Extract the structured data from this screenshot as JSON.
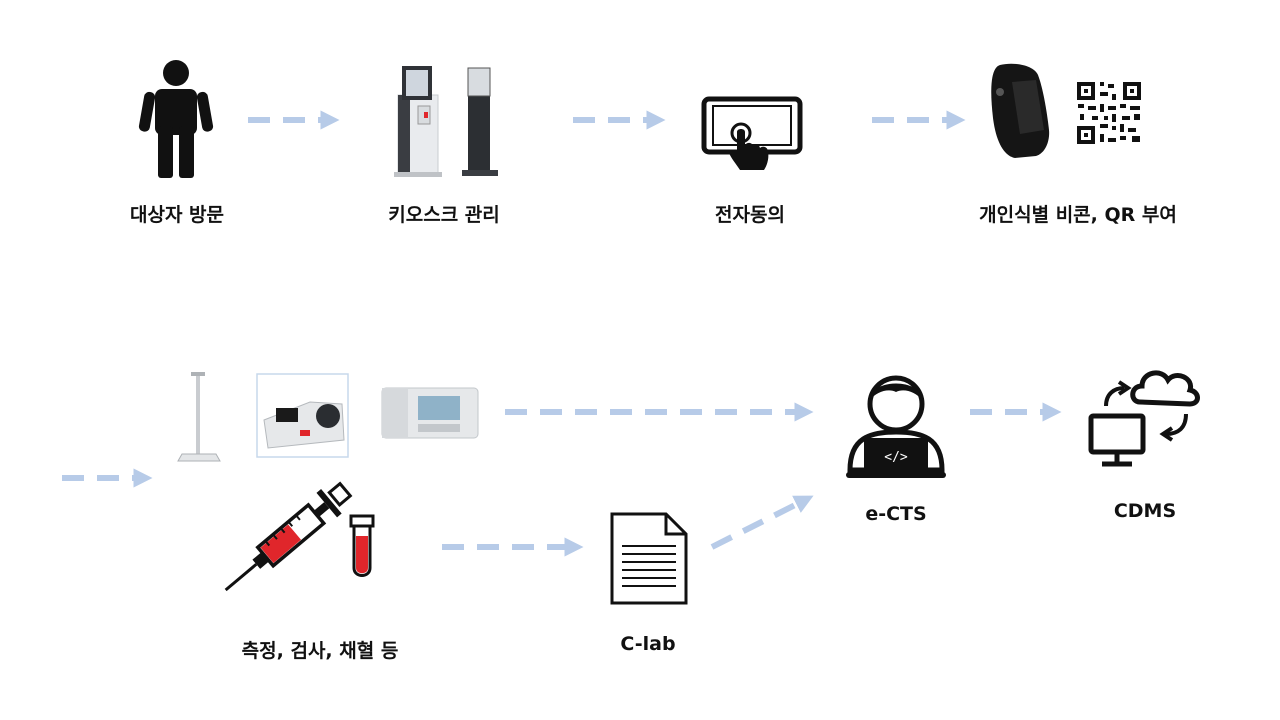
{
  "colors": {
    "arrow": "#b7cbe8",
    "icon": "#111111",
    "blood": "#e0262b",
    "device_gray": "#c9ccd0",
    "device_dark": "#3a3d42"
  },
  "steps": {
    "visit": {
      "label": "대상자 방문",
      "icon": "person-icon"
    },
    "kiosk": {
      "label": "키오스크 관리",
      "icon": "kiosk-icon"
    },
    "consent": {
      "label": "전자동의",
      "icon": "touchscreen-icon"
    },
    "beacon": {
      "label": "개인식별 비콘, QR 부여",
      "icon": "wristband-qr-icon"
    },
    "measure": {
      "label": "측정, 검사, 채혈 등",
      "icon": "medical-devices-icon"
    },
    "clab": {
      "label": "C-lab",
      "icon": "document-icon"
    },
    "ects": {
      "label": "e-CTS",
      "icon": "developer-laptop-icon"
    },
    "cdms": {
      "label": "CDMS",
      "icon": "cloud-sync-monitor-icon"
    }
  }
}
